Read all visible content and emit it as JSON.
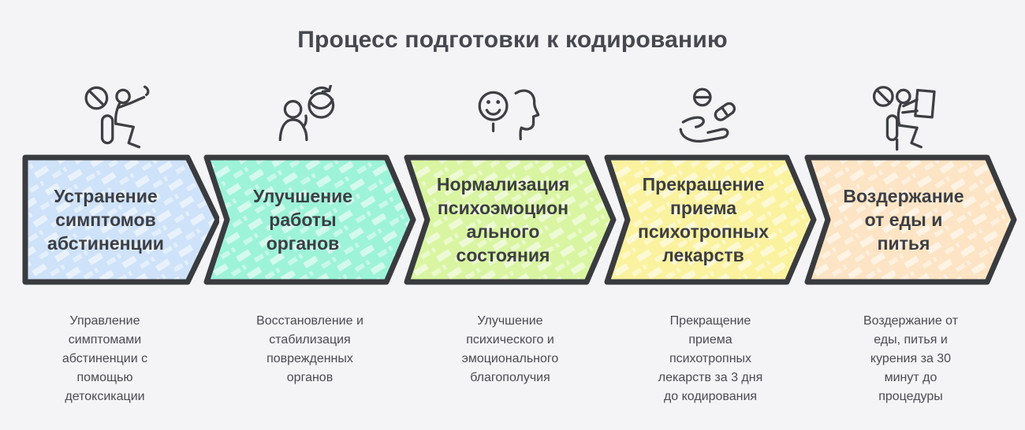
{
  "title": "Процесс подготовки к кодированию",
  "colors": {
    "background": "#f4f4f6",
    "outline": "#3a3b3f",
    "title_text": "#47484f",
    "label_text": "#3d3e44",
    "description_text": "#4a4b52"
  },
  "steps": [
    {
      "icon": "no-smoking-seated-person-icon",
      "label": "Устранение\nсимптомов\nабстиненции",
      "description": "Управление\nсимптомами\nабстиненции с\nпомощью\nдетоксикации",
      "fill": "#cee2f9"
    },
    {
      "icon": "person-recovery-globe-icon",
      "label": "Улучшение\nработы\nорганов",
      "description": "Восстановление и\nстабилизация\nповрежденных\nорганов",
      "fill": "#9df3d8"
    },
    {
      "icon": "smiley-head-profile-icon",
      "label": "Нормализация\nпсихоэмоцион\nального\nсостояния",
      "description": "Улучшение\nпсихического и\nэмоционального\nблагополучия",
      "fill": "#d9f5a2"
    },
    {
      "icon": "hand-with-pills-icon",
      "label": "Прекращение\nприема\nпсихотропных\nлекарств",
      "description": "Прекращение\nприема\nпсихотропных\nлекарств за 3 дня\nдо кодирования",
      "fill": "#fbf29f"
    },
    {
      "icon": "no-sign-person-reading-icon",
      "label": "Воздержание\nот еды и\nпитья",
      "description": "Воздержание от\nеды, питья и\nкурения за 30\nминут до\nпроцедуры",
      "fill": "#fce4c4"
    }
  ]
}
